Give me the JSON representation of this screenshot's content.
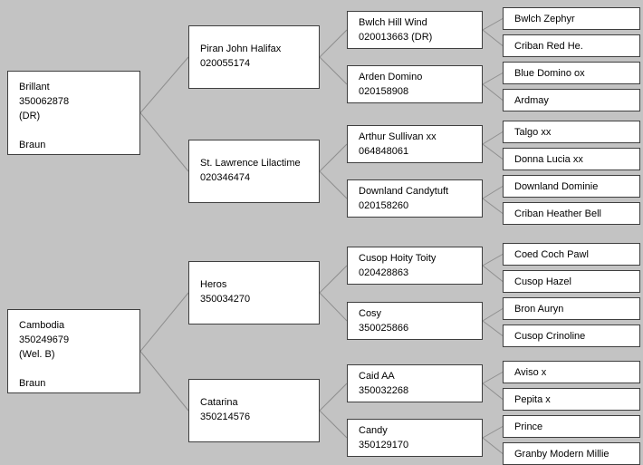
{
  "colors": {
    "background": "#c3c3c3",
    "box_background": "#ffffff",
    "box_border": "#3f3f3f",
    "connector": "#8f8f8f"
  },
  "pedigree": {
    "nodes": {
      "brillant": {
        "lines": [
          "Brillant",
          "350062878",
          "(DR)",
          "",
          "Braun"
        ],
        "children": [
          "piran-john-halifax",
          "st-lawrence-lilactime"
        ]
      },
      "cambodia": {
        "lines": [
          "Cambodia",
          "350249679",
          "(Wel. B)",
          "",
          "Braun"
        ],
        "children": [
          "heros",
          "catarina"
        ]
      },
      "piran-john-halifax": {
        "lines": [
          "Piran John Halifax",
          "020055174"
        ],
        "children": [
          "bwlch-hill-wind",
          "arden-domino"
        ]
      },
      "st-lawrence-lilactime": {
        "lines": [
          "St. Lawrence Lilactime",
          "020346474"
        ],
        "children": [
          "arthur-sullivan-xx",
          "downland-candytuft"
        ]
      },
      "heros": {
        "lines": [
          "Heros",
          "350034270"
        ],
        "children": [
          "cusop-hoity-toity",
          "cosy"
        ]
      },
      "catarina": {
        "lines": [
          "Catarina",
          "350214576"
        ],
        "children": [
          "caid-aa",
          "candy"
        ]
      },
      "bwlch-hill-wind": {
        "lines": [
          "Bwlch Hill Wind",
          "020013663 (DR)"
        ],
        "children": [
          "bwlch-zephyr",
          "criban-red-he"
        ]
      },
      "arden-domino": {
        "lines": [
          "Arden Domino",
          "020158908"
        ],
        "children": [
          "blue-domino-ox",
          "ardmay"
        ]
      },
      "arthur-sullivan-xx": {
        "lines": [
          "Arthur Sullivan xx",
          "064848061"
        ],
        "children": [
          "talgo-xx",
          "donna-lucia-xx"
        ]
      },
      "downland-candytuft": {
        "lines": [
          "Downland Candytuft",
          "020158260"
        ],
        "children": [
          "downland-dominie",
          "criban-heather-bell"
        ]
      },
      "cusop-hoity-toity": {
        "lines": [
          "Cusop Hoity Toity",
          "020428863"
        ],
        "children": [
          "coed-coch-pawl",
          "cusop-hazel"
        ]
      },
      "cosy": {
        "lines": [
          "Cosy",
          "350025866"
        ],
        "children": [
          "bron-auryn",
          "cusop-crinoline"
        ]
      },
      "caid-aa": {
        "lines": [
          "Caid AA",
          "350032268"
        ],
        "children": [
          "aviso-x",
          "pepita-x"
        ]
      },
      "candy": {
        "lines": [
          "Candy",
          "350129170"
        ],
        "children": [
          "prince",
          "granby-modern-millie"
        ]
      },
      "bwlch-zephyr": {
        "lines": [
          "Bwlch Zephyr"
        ],
        "children": []
      },
      "criban-red-he": {
        "lines": [
          "Criban Red He."
        ],
        "children": []
      },
      "blue-domino-ox": {
        "lines": [
          "Blue Domino ox"
        ],
        "children": []
      },
      "ardmay": {
        "lines": [
          "Ardmay"
        ],
        "children": []
      },
      "talgo-xx": {
        "lines": [
          "Talgo xx"
        ],
        "children": []
      },
      "donna-lucia-xx": {
        "lines": [
          "Donna Lucia xx"
        ],
        "children": []
      },
      "downland-dominie": {
        "lines": [
          "Downland Dominie"
        ],
        "children": []
      },
      "criban-heather-bell": {
        "lines": [
          "Criban Heather Bell"
        ],
        "children": []
      },
      "coed-coch-pawl": {
        "lines": [
          "Coed Coch Pawl"
        ],
        "children": []
      },
      "cusop-hazel": {
        "lines": [
          "Cusop Hazel"
        ],
        "children": []
      },
      "bron-auryn": {
        "lines": [
          "Bron Auryn"
        ],
        "children": []
      },
      "cusop-crinoline": {
        "lines": [
          "Cusop Crinoline"
        ],
        "children": []
      },
      "aviso-x": {
        "lines": [
          "Aviso x"
        ],
        "children": []
      },
      "pepita-x": {
        "lines": [
          "Pepita x"
        ],
        "children": []
      },
      "prince": {
        "lines": [
          "Prince"
        ],
        "children": []
      },
      "granby-modern-millie": {
        "lines": [
          "Granby Modern Millie"
        ],
        "children": []
      }
    }
  }
}
